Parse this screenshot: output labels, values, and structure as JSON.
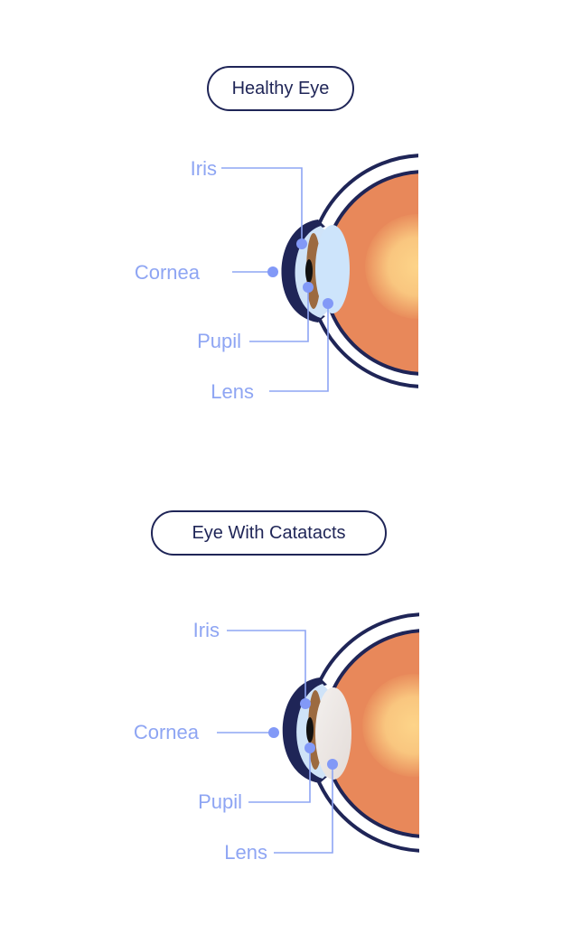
{
  "healthy": {
    "title": "Healthy Eye",
    "labels": {
      "iris": "Iris",
      "cornea": "Cornea",
      "pupil": "Pupil",
      "lens": "Lens"
    }
  },
  "cataract": {
    "title": "Eye With Catatacts",
    "labels": {
      "iris": "Iris",
      "cornea": "Cornea",
      "pupil": "Pupil",
      "lens": "Lens"
    }
  },
  "colors": {
    "outline": "#1f2557",
    "label": "#8ea5f3",
    "retina": "#e58b5a",
    "macula": "#fcd287",
    "cornea": "#cfe3f8",
    "healthy_lens": "#cde4fb",
    "cloudy_lens": "#eceae8",
    "iris": "#a06a3c"
  }
}
